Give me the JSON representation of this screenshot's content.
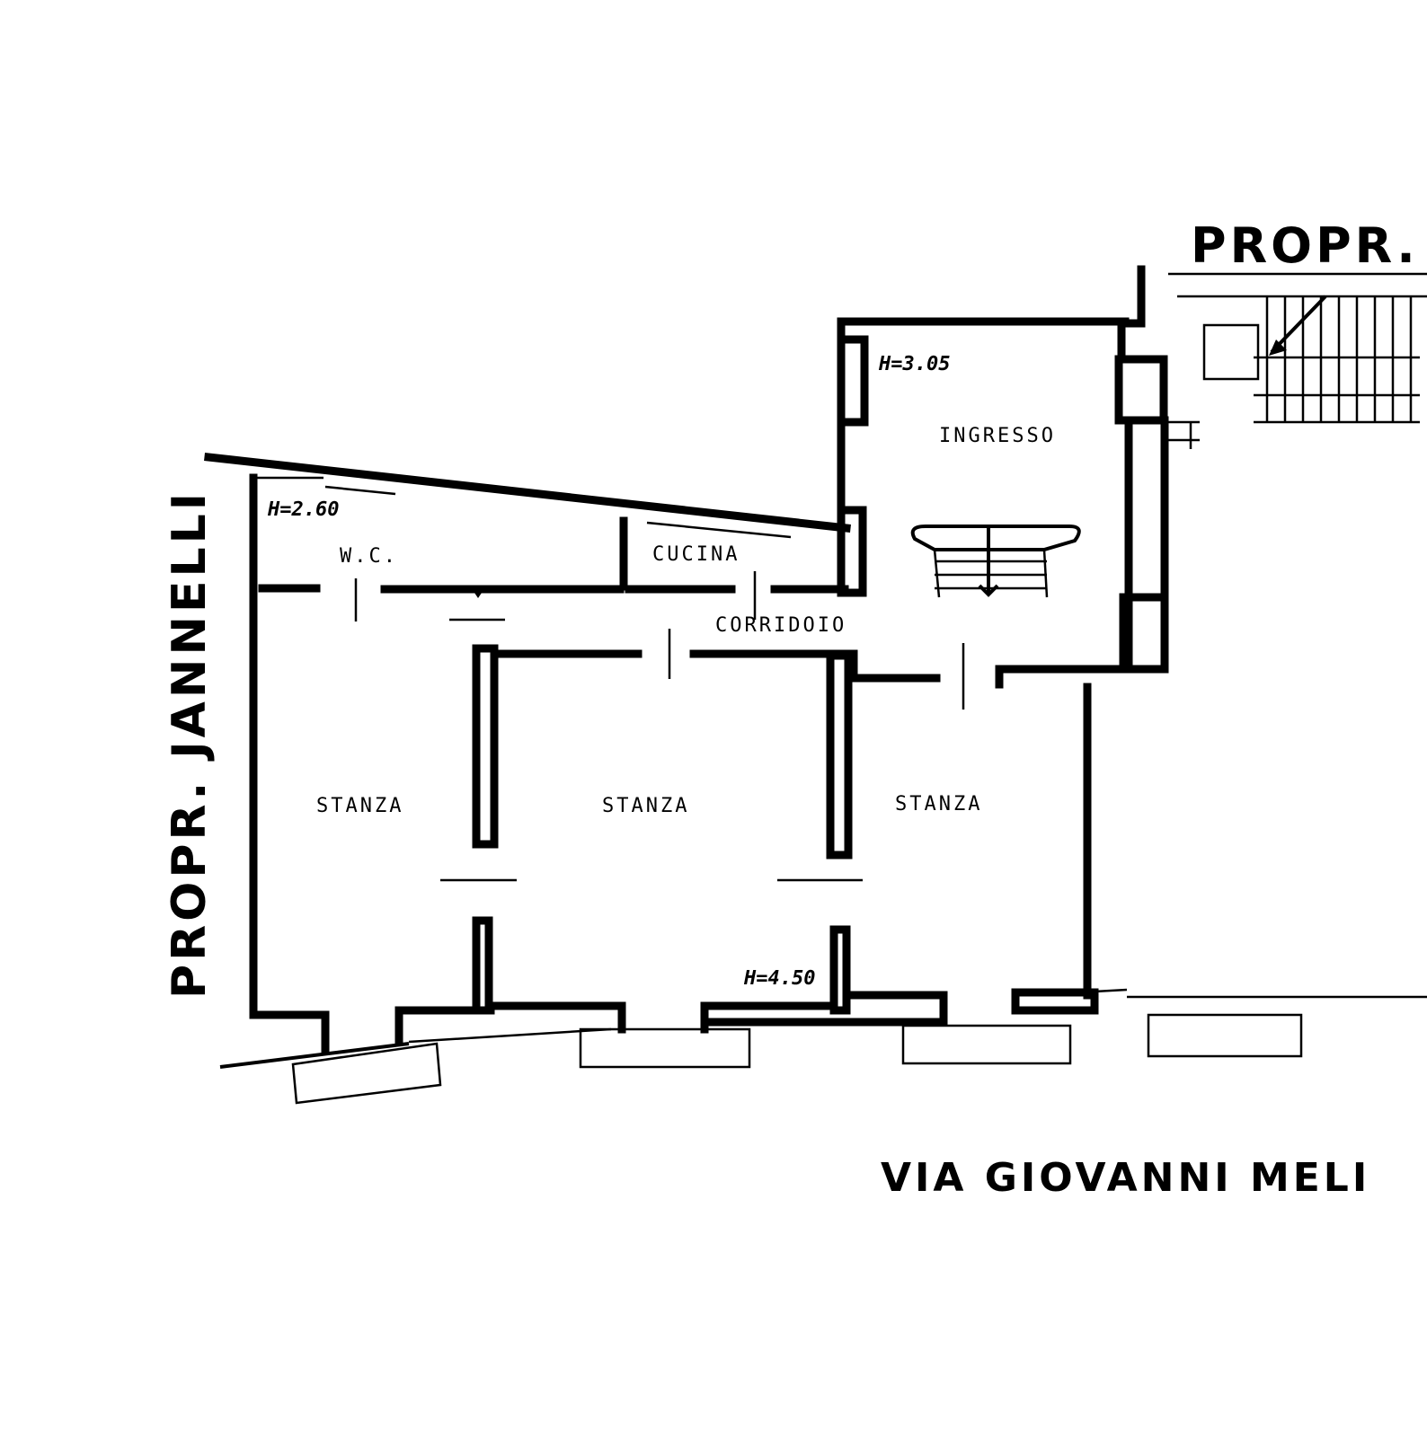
{
  "labels": {
    "owner_top": "PROPR. C",
    "owner_left": "PROPR. JANNELLI",
    "street": "VIA GIOVANNI MELI",
    "room_entrance": "INGRESSO",
    "room_wc": "W.C.",
    "room_kitchen": "CUCINA",
    "room_corridor": "CORRIDOIO",
    "room_1": "STANZA",
    "room_2": "STANZA",
    "room_3": "STANZA",
    "height_entrance": "H=3.05",
    "height_wc": "H=2.60",
    "height_rooms": "H=4.50"
  },
  "colors": {
    "ink": "#000000",
    "paper": "#ffffff"
  }
}
